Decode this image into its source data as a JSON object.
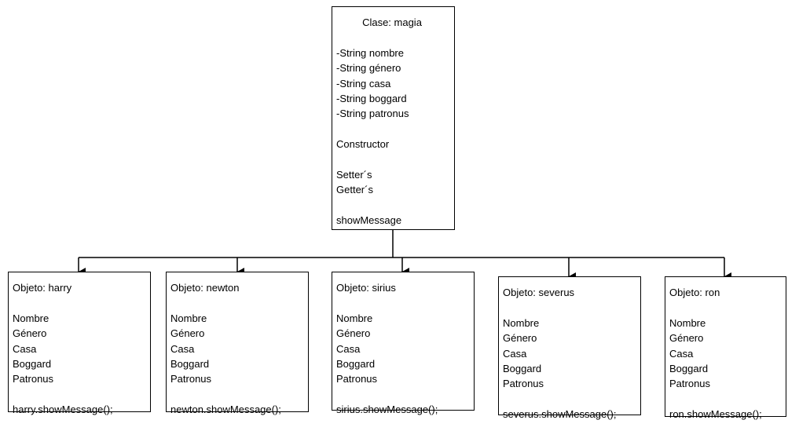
{
  "class_box": {
    "title": "Clase: magia",
    "attributes": [
      "-String nombre",
      "-String género",
      "-String casa",
      "-String boggard",
      "-String patronus"
    ],
    "constructor": "Constructor",
    "accessors": [
      "Setter´s",
      "Getter´s"
    ],
    "method": "showMessage"
  },
  "objects": [
    {
      "title": "Objeto: harry",
      "fields": [
        "Nombre",
        "Género",
        "Casa",
        "Boggard",
        "Patronus"
      ],
      "call": "harry.showMessage();"
    },
    {
      "title": "Objeto: newton",
      "fields": [
        "Nombre",
        "Género",
        "Casa",
        "Boggard",
        "Patronus"
      ],
      "call": "newton.showMessage();"
    },
    {
      "title": "Objeto: sirius",
      "fields": [
        "Nombre",
        "Género",
        "Casa",
        "Boggard",
        "Patronus"
      ],
      "call": "sirius.showMessage();"
    },
    {
      "title": "Objeto: severus",
      "fields": [
        "Nombre",
        "Género",
        "Casa",
        "Boggard",
        "Patronus"
      ],
      "call": "severus.showMessage();"
    },
    {
      "title": "Objeto: ron",
      "fields": [
        "Nombre",
        "Género",
        "Casa",
        "Boggard",
        "Patronus"
      ],
      "call": "ron.showMessage();"
    }
  ]
}
